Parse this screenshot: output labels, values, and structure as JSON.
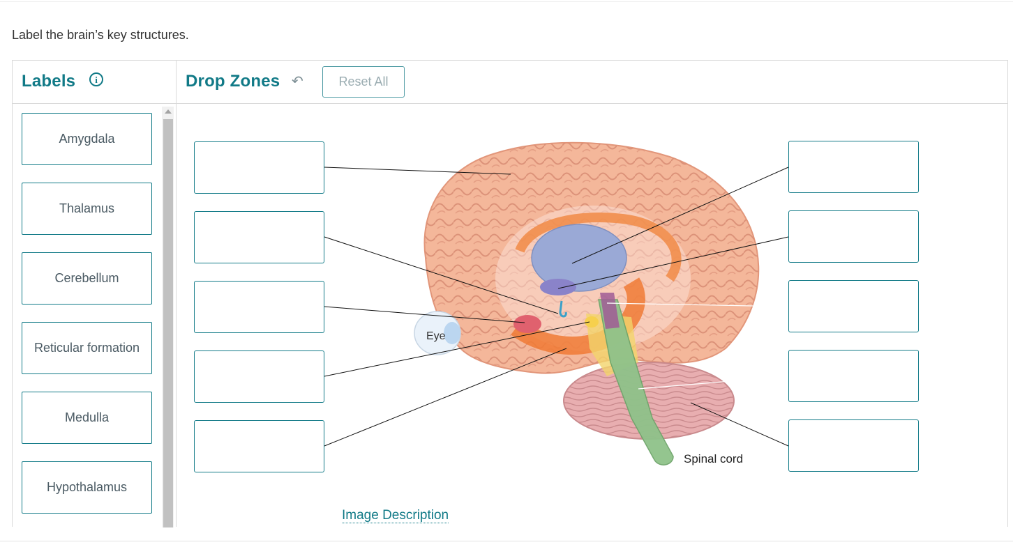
{
  "prompt": "Label the brain’s key structures.",
  "labels_panel": {
    "title": "Labels",
    "items": [
      {
        "label": "Amygdala"
      },
      {
        "label": "Thalamus"
      },
      {
        "label": "Cerebellum"
      },
      {
        "label": "Reticular formation"
      },
      {
        "label": "Medulla"
      },
      {
        "label": "Hypothalamus"
      }
    ]
  },
  "drop_zones_panel": {
    "title": "Drop Zones",
    "reset_label": "Reset All"
  },
  "diagram": {
    "eye_label": "Eye",
    "spinal_cord_label": "Spinal cord"
  },
  "image_description_link": "Image Description",
  "icons": {
    "info": "info-circle-icon",
    "undo": "undo-arrow-icon"
  },
  "colors": {
    "accent": "#117a87",
    "cortex": "#f4b79a",
    "thalamus": "#9aa9d6",
    "amygdala": "#e0616e",
    "limbic": "#f18a45",
    "cerebellum": "#e6a8a6",
    "spinal_cord": "#8fc28a"
  }
}
